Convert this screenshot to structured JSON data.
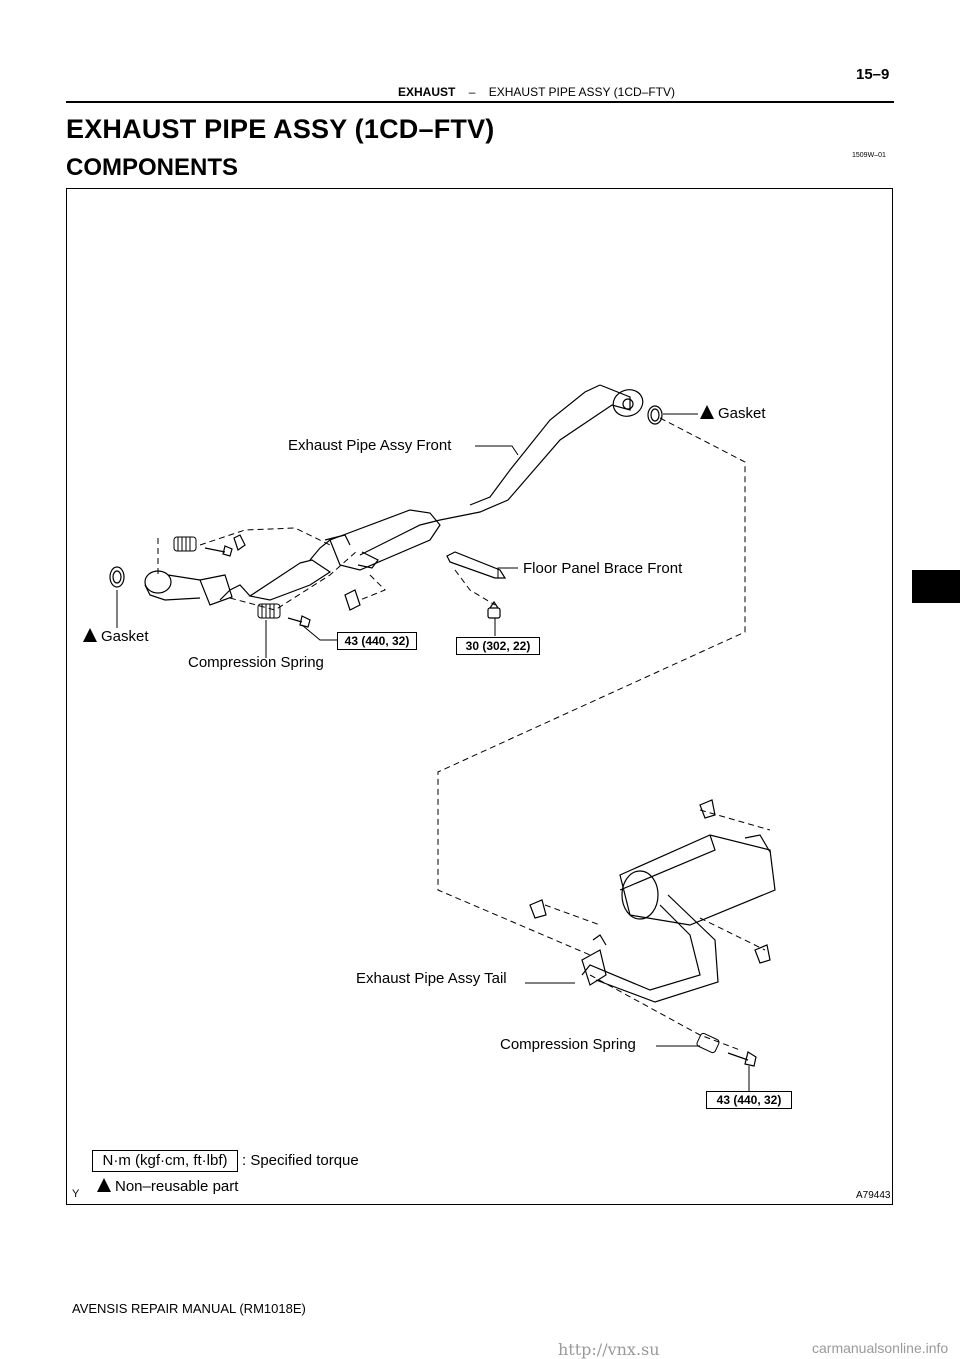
{
  "header": {
    "section": "EXHAUST",
    "dash": "–",
    "subsection": "EXHAUST PIPE ASSY (1CD–FTV)",
    "page_number": "15–9"
  },
  "title": "EXHAUST PIPE ASSY (1CD–FTV)",
  "subtitle": "COMPONENTS",
  "doc_code": "1509W–01",
  "figure": {
    "labels": {
      "gasket_right": "Gasket",
      "exhaust_pipe_front": "Exhaust Pipe Assy Front",
      "floor_panel_brace": "Floor Panel Brace Front",
      "gasket_left": "Gasket",
      "compression_spring_front": "Compression Spring",
      "exhaust_pipe_tail": "Exhaust Pipe Assy Tail",
      "compression_spring_rear": "Compression Spring"
    },
    "torques": {
      "front_bolt": "43 (440, 32)",
      "brace_nut": "30 (302, 22)",
      "rear_bolt": "43 (440, 32)"
    },
    "legend": {
      "torque_units": "N·m (kgf·cm, ft·lbf)",
      "torque_desc": ": Specified torque",
      "nonreusable": "Non–reusable part"
    },
    "fig_letter": "Y",
    "fig_code": "A79443"
  },
  "footer": "AVENSIS REPAIR MANUAL   (RM1018E)",
  "watermark": {
    "left": "http://vnx.su",
    "right": "carmanualsonline.info"
  }
}
